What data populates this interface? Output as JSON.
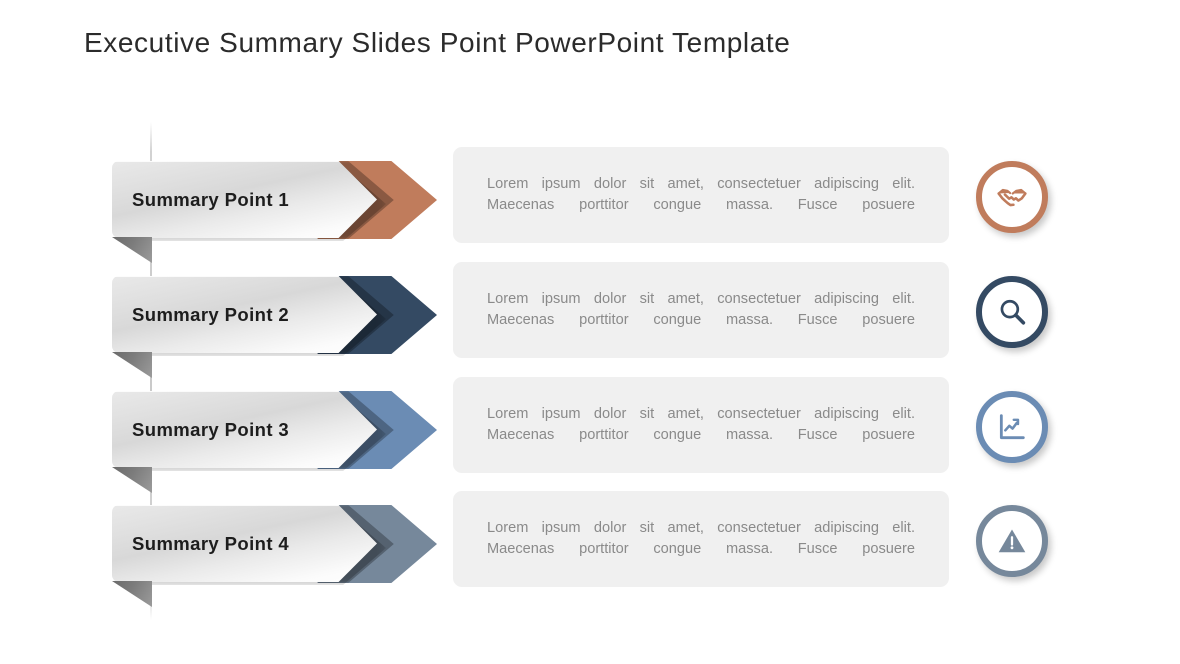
{
  "title": "Executive Summary Slides Point PowerPoint Template",
  "background_color": "#ffffff",
  "spine": {
    "color": "#c9c9c9"
  },
  "body_text": "Lorem ipsum dolor sit amet, consectetuer adipiscing elit. Maecenas porttitor congue massa. Fusce posuere",
  "rows": [
    {
      "label": "Summary Point 1",
      "accent_color": "#c07c5c",
      "icon": "handshake-icon",
      "text": "Lorem ipsum dolor sit amet, consectetuer adipiscing elit. Maecenas porttitor congue massa. Fusce posuere"
    },
    {
      "label": "Summary Point 2",
      "accent_color": "#344a63",
      "icon": "magnifier-icon",
      "text": "Lorem ipsum dolor sit amet, consectetuer adipiscing elit. Maecenas porttitor congue massa. Fusce posuere"
    },
    {
      "label": "Summary Point 3",
      "accent_color": "#6b8cb4",
      "icon": "growth-chart-icon",
      "text": "Lorem ipsum dolor sit amet, consectetuer adipiscing elit. Maecenas porttitor congue massa. Fusce posuere"
    },
    {
      "label": "Summary Point 4",
      "accent_color": "#76889b",
      "icon": "warning-triangle-icon",
      "text": "Lorem ipsum dolor sit amet, consectetuer adipiscing elit. Maecenas porttitor congue massa. Fusce posuere"
    }
  ],
  "card_background": "#f0f0f0",
  "card_text_color": "#8a8a8a",
  "ribbon_text_color": "#1d1d1d"
}
